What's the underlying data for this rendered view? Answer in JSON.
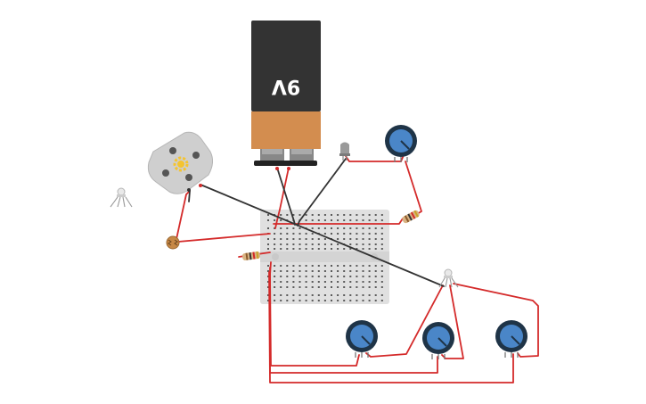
{
  "battery": {
    "label": "9V",
    "body_color": "#333333",
    "band_color": "#d38d4f",
    "terminal_color": "#222222"
  },
  "colors": {
    "wire_red": "#d42a2a",
    "wire_black": "#333333",
    "breadboard": "#e0e0e0",
    "breadboard_hole": "#5a5a5a",
    "pot_knob": "#4a86c8",
    "pot_ring": "#1f3447",
    "motor_body": "#cfcfcf",
    "motor_gear": "#f4c430",
    "resistor_body": "#d8b383",
    "photoresistor": "#c78845",
    "led_body": "#9a9a9a",
    "rgb_led": "#e9e9e9"
  },
  "components": [
    {
      "id": "battery-9v",
      "type": "battery-icon"
    },
    {
      "id": "dc-motor",
      "type": "motor-icon"
    },
    {
      "id": "potentiometer-top",
      "type": "potentiometer-icon"
    },
    {
      "id": "potentiometer-left",
      "type": "potentiometer-icon"
    },
    {
      "id": "potentiometer-middle",
      "type": "potentiometer-icon"
    },
    {
      "id": "potentiometer-right",
      "type": "potentiometer-icon"
    },
    {
      "id": "photoresistor",
      "type": "photoresistor-icon"
    },
    {
      "id": "resistor-left",
      "type": "resistor-icon"
    },
    {
      "id": "resistor-right",
      "type": "resistor-icon"
    },
    {
      "id": "led-grey",
      "type": "led-icon"
    },
    {
      "id": "rgb-led-left",
      "type": "rgb-led-icon"
    },
    {
      "id": "rgb-led-right",
      "type": "rgb-led-icon"
    },
    {
      "id": "breadboard",
      "type": "breadboard-icon"
    }
  ]
}
